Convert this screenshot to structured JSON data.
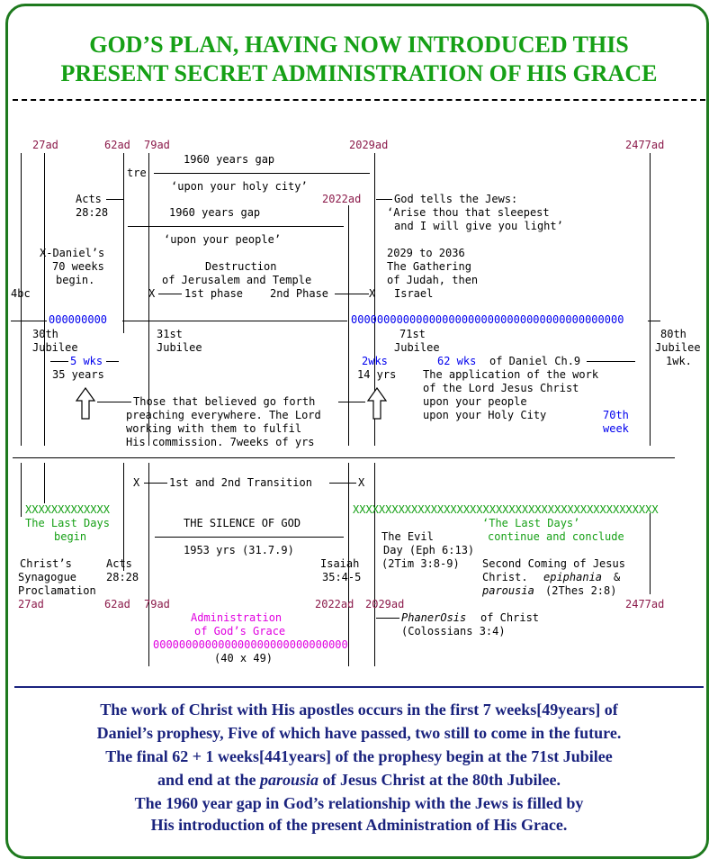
{
  "title": {
    "line1": "GOD’S PLAN, HAVING NOW INTRODUCED THIS",
    "line2": "PRESENT SECRET ADMINISTRATION OF HIS GRACE"
  },
  "colors": {
    "title": "#16a016",
    "dates": "#8b1a4a",
    "blue": "#0000ee",
    "magenta": "#e000e0",
    "footer": "#1a237e",
    "border": "#1e7a1e"
  },
  "upper": {
    "dates": [
      "27ad",
      "62ad",
      "79ad",
      "2029ad",
      "2477ad"
    ],
    "tre": "tre",
    "gap1": "1960 years gap",
    "holy_city": "‘upon your holy city’",
    "acts": "Acts",
    "acts_ref": "28:28",
    "d2022": "2022ad",
    "god_tells": "God tells the Jews:",
    "arise1": "‘Arise thou that sleepest",
    "arise2": "and I will give you light’",
    "gap2": "1960 years gap",
    "upon_people": "‘upon your people’",
    "xdaniel": "X-Daniel’s",
    "weeks70": "70 weeks",
    "begin": "begin.",
    "destruction1": "Destruction",
    "destruction2": "of Jerusalem and Temple",
    "gathering_years": "2029 to 2036",
    "gathering1": "The Gathering",
    "gathering2": "of Judah, then",
    "israel": "Israel",
    "phase1": "1st phase",
    "phase2": "2nd Phase",
    "bc4": "4bc",
    "zeros_left": "000000000",
    "zeros_right": "000000000000000000000000000000000000000000",
    "j30a": "30th",
    "j30b": "Jubilee",
    "j31a": "31st",
    "j31b": "Jubilee",
    "j71a": "71st",
    "j71b": "Jubilee",
    "j80a": "80th",
    "j80b": "Jubilee",
    "wks5": "5 wks",
    "years35": "35 years",
    "wks2": "2wks",
    "yrs14": "14 yrs",
    "wks62": "62 wks",
    "daniel9": "of Daniel Ch.9",
    "lwk": "1wk.",
    "application1": "The application of the work",
    "application2": "of the Lord Jesus Christ",
    "application3": "upon your people",
    "application4": "upon your Holy City",
    "week70a": "70th",
    "week70b": "week",
    "believed1": "Those that believed go forth",
    "believed2": "preaching everywhere. The Lord",
    "believed3": "working with them to fulfil",
    "believed4": "His commission. 7weeks of yrs"
  },
  "lower": {
    "transition": "1st and 2nd Transition",
    "x_left": "XXXXXXXXXXXXX",
    "x_right": "XXXXXXXXXXXXXXXXXXXXXXXXXXXXXXXXXXXXXXXXXXXXXXX",
    "last_days1": "The Last Days",
    "last_days2": "begin",
    "silence": "THE SILENCE OF GOD",
    "last_days3": "‘The Last Days’",
    "continue": "continue and conclude",
    "evil1": "The Evil",
    "evil2": "Day (Eph 6:13)",
    "evil3": "(2Tim 3:8-9)",
    "yrs1953": "1953 yrs (31.7.9)",
    "christs": "Christ’s",
    "synagogue": "Synagogue",
    "proclamation": "Proclamation",
    "acts": "Acts",
    "acts_ref": "28:28",
    "isaiah": "Isaiah",
    "isaiah_ref": "35:4-5",
    "second_coming": "Second Coming of Jesus",
    "christ": "Christ.",
    "epiphania": "epiphania",
    "amp": "&",
    "parousia": "parousia",
    "thes": "(2Thes 2:8)",
    "dates": [
      "27ad",
      "62ad",
      "79ad",
      "2022ad",
      "2029ad",
      "2477ad"
    ],
    "phanerosis": "PhanerOsis",
    "of_christ": "of Christ",
    "colossians": "(Colossians 3:4)",
    "admin1": "Administration",
    "admin2": "of God’s Grace",
    "admin_zeros": "000000000000000000000000000000",
    "times": "(40 x 49)"
  },
  "footer": {
    "l1": "The work of Christ with His apostles occurs in the first 7 weeks[49years] of",
    "l2": "Daniel’s prophesy, Five of which have passed, two still to come in the future.",
    "l3": "The final 62 + 1  weeks[441years] of the prophesy begin at the 71st Jubilee",
    "l4a": "and end at the",
    "l4b": "parousia",
    "l4c": "of Jesus Christ at the 80th Jubilee.",
    "l5": "The 1960 year gap in God’s relationship with the Jews is filled by",
    "l6": "His introduction of the present Administration of His Grace."
  }
}
